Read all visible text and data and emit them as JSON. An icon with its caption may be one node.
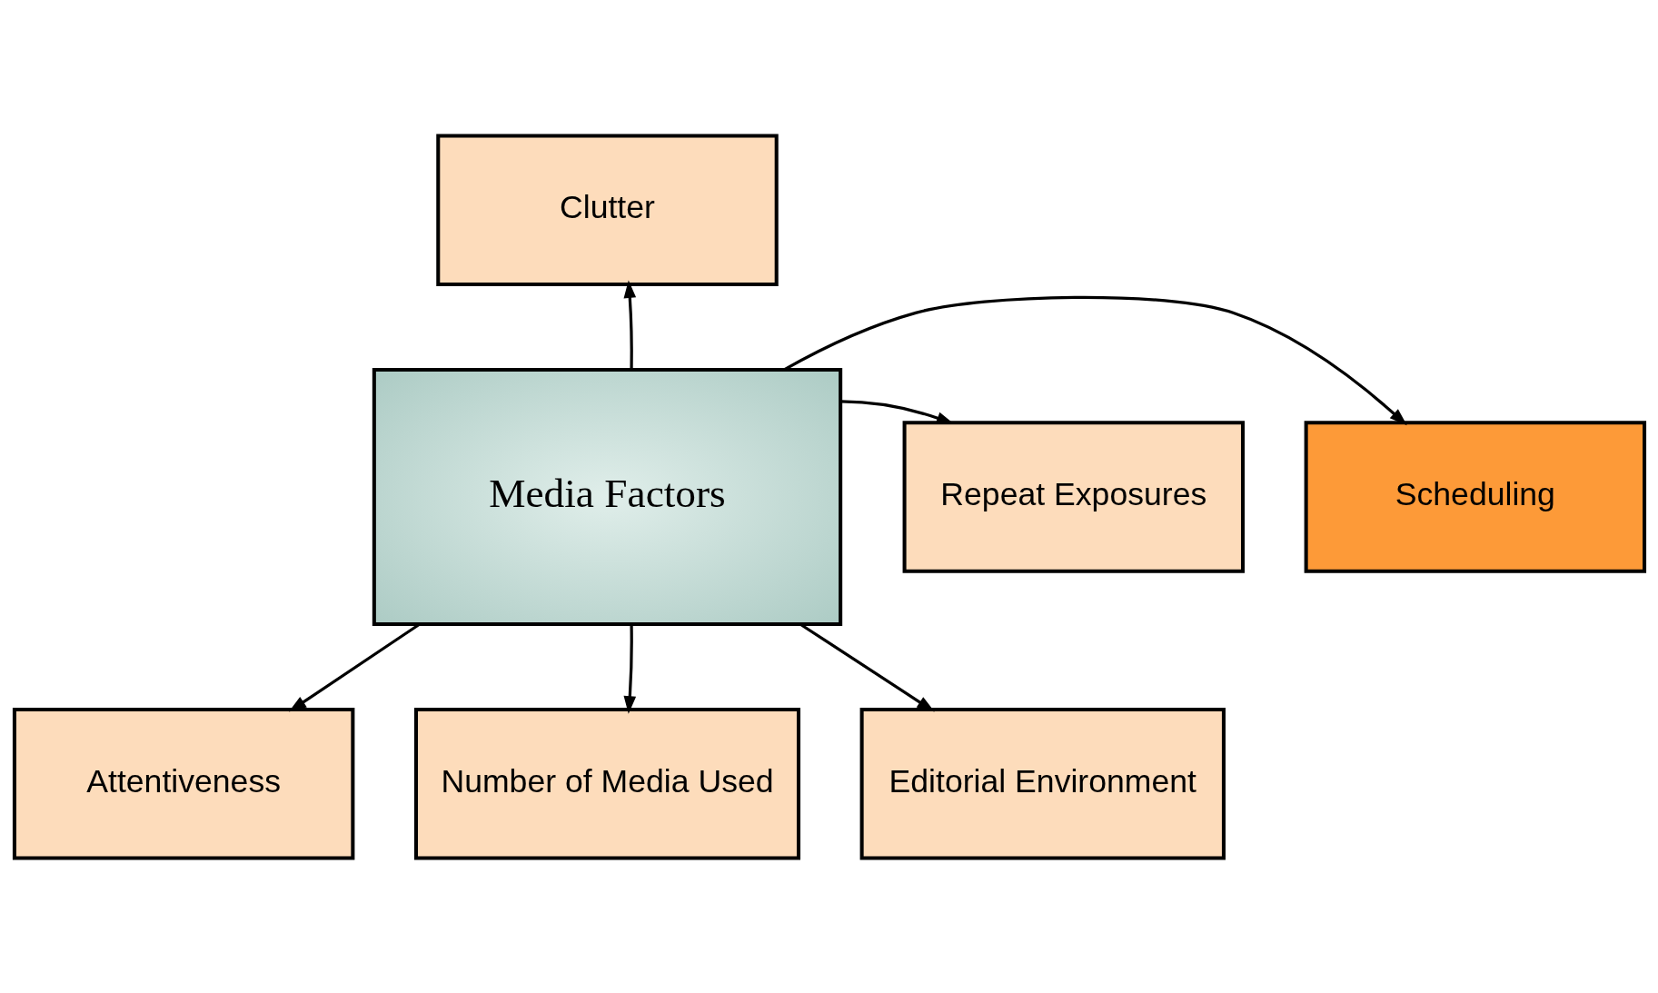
{
  "diagram": {
    "nodes": [
      {
        "text": [
          "Clutter"
        ]
      },
      {
        "text": [
          "Scheduling"
        ]
      },
      {
        "text": [
          "Repeat Exposures"
        ]
      },
      {
        "text": [
          "Media Factors"
        ]
      },
      {
        "text": [
          "Attentiveness"
        ]
      },
      {
        "text": [
          "Editorial Environment"
        ]
      },
      {
        "text": [
          "Number of Media Used"
        ]
      }
    ],
    "edges": [
      {
        "from": 3,
        "to": 0,
        "arrow": "to"
      },
      {
        "from": 3,
        "to": 1,
        "arrow": "to"
      },
      {
        "from": 3,
        "to": 2,
        "arrow": "to"
      },
      {
        "from": 3,
        "to": 4,
        "arrow": "to"
      },
      {
        "from": 3,
        "to": 5,
        "arrow": "to"
      },
      {
        "from": 3,
        "to": 6,
        "arrow": "to"
      }
    ]
  }
}
